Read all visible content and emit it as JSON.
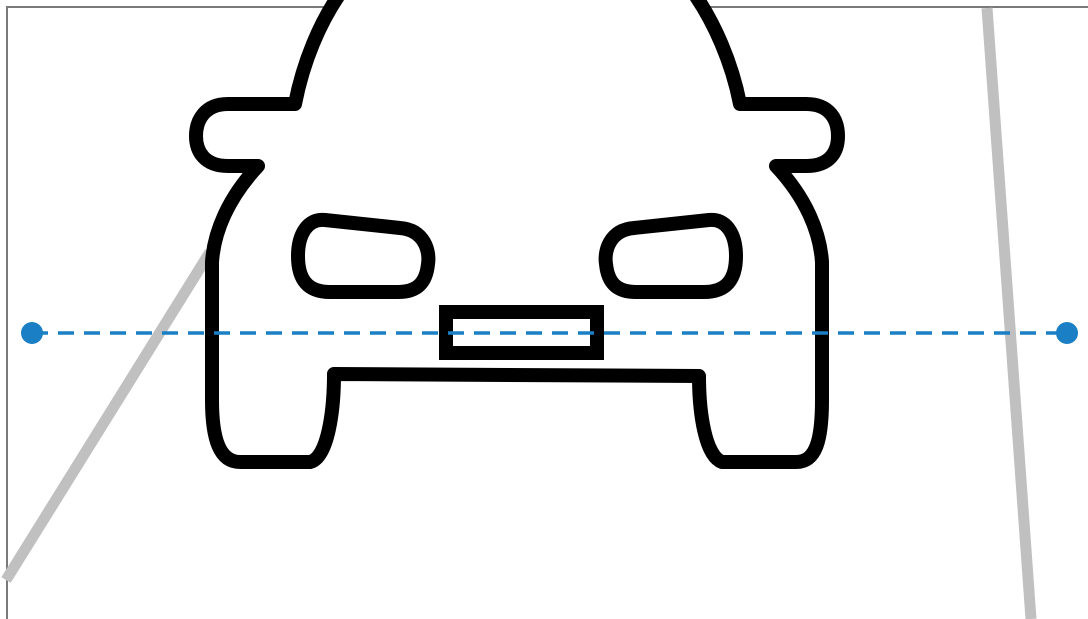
{
  "scene": {
    "icon_name": "car-front-icon",
    "lane_color": "#c0c0c0",
    "outline_color": "#000000",
    "background_color": "#ffffff",
    "frame_color": "#7a7a7a"
  },
  "calibration_line": {
    "color": "#1a7fc4",
    "style": "dashed",
    "left_handle_icon": "drag-handle-dot",
    "right_handle_icon": "drag-handle-dot"
  }
}
